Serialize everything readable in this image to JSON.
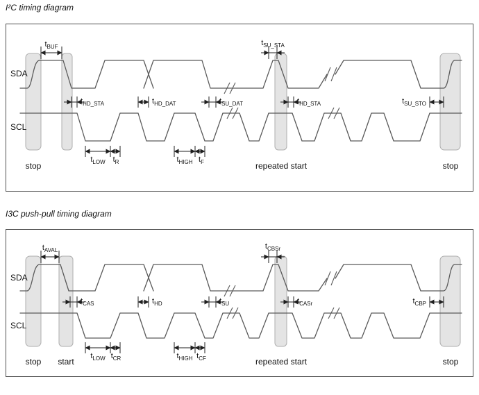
{
  "diagram1": {
    "title": "I²C timing diagram",
    "signals": {
      "top": "SDA",
      "bottom": "SCL"
    },
    "annotations": {
      "t_buf": {
        "base": "t",
        "sub": "BUF"
      },
      "t_su_sta": {
        "base": "t",
        "sub": "SU_STA"
      },
      "t_hd_sta_1": {
        "base": "t",
        "sub": "HD_STA"
      },
      "t_hd_dat": {
        "base": "t",
        "sub": "HD_DAT"
      },
      "t_su_dat": {
        "base": "t",
        "sub": "SU_DAT"
      },
      "t_hd_sta_2": {
        "base": "t",
        "sub": "HD_STA"
      },
      "t_su_sto": {
        "base": "t",
        "sub": "SU_STO"
      },
      "t_low": {
        "base": "t",
        "sub": "LOW"
      },
      "t_r": {
        "base": "t",
        "sub": "R"
      },
      "t_high": {
        "base": "t",
        "sub": "HIGH"
      },
      "t_f": {
        "base": "t",
        "sub": "F"
      }
    },
    "condition_labels": {
      "stop_left": "stop",
      "repeated_start": "repeated start",
      "stop_right": "stop"
    }
  },
  "diagram2": {
    "title": "I3C push-pull timing diagram",
    "signals": {
      "top": "SDA",
      "bottom": "SCL"
    },
    "annotations": {
      "t_aval": {
        "base": "t",
        "sub": "AVAL"
      },
      "t_cbsr": {
        "base": "t",
        "sub": "CBSr"
      },
      "t_cas": {
        "base": "t",
        "sub": "CAS"
      },
      "t_hd": {
        "base": "t",
        "sub": "HD"
      },
      "t_su": {
        "base": "t",
        "sub": "SU"
      },
      "t_casr": {
        "base": "t",
        "sub": "CASr"
      },
      "t_cbp": {
        "base": "t",
        "sub": "CBP"
      },
      "t_low": {
        "base": "t",
        "sub": "LOW"
      },
      "t_cr": {
        "base": "t",
        "sub": "CR"
      },
      "t_high": {
        "base": "t",
        "sub": "HIGH"
      },
      "t_cf": {
        "base": "t",
        "sub": "CF"
      }
    },
    "condition_labels": {
      "stop_left": "stop",
      "start": "start",
      "repeated_start": "repeated start",
      "stop_right": "stop"
    }
  }
}
